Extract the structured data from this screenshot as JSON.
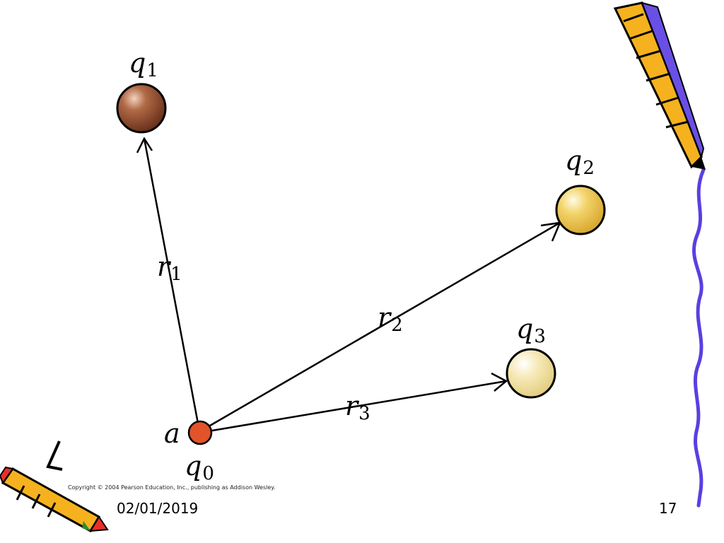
{
  "diagram": {
    "charges": {
      "q1": {
        "symbol": "q",
        "sub": "1",
        "color": "#8b4a2f"
      },
      "q2": {
        "symbol": "q",
        "sub": "2",
        "color": "#e7c24a"
      },
      "q3": {
        "symbol": "q",
        "sub": "3",
        "color": "#f2e3a0"
      },
      "q0": {
        "symbol": "q",
        "sub": "0",
        "color": "#e2532a"
      }
    },
    "point_label": "a",
    "vectors": {
      "r1": {
        "symbol": "r",
        "sub": "1"
      },
      "r2": {
        "symbol": "r",
        "sub": "2"
      },
      "r3": {
        "symbol": "r",
        "sub": "3"
      }
    },
    "copyright": "Copyright © 2004 Pearson Education, Inc., publishing as Addison Wesley."
  },
  "footer": {
    "date": "02/01/2019",
    "page": "17"
  },
  "decor": {
    "wavy_line_color": "#5b3fe0",
    "pencil_color": "#f5b21e"
  }
}
